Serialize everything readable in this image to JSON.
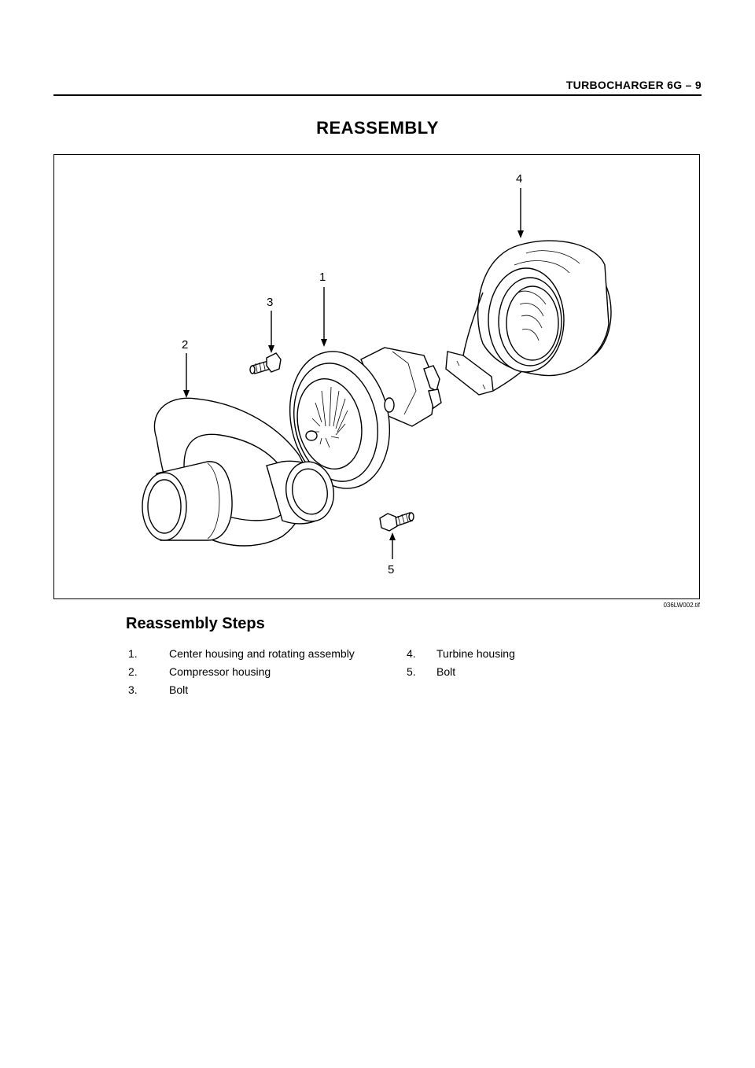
{
  "header": {
    "section": "TURBOCHARGER  6G – 9"
  },
  "title": "REASSEMBLY",
  "figure": {
    "callouts": [
      "1",
      "2",
      "3",
      "4",
      "5"
    ],
    "filename": "036LW002.tif"
  },
  "steps": {
    "heading": "Reassembly Steps",
    "items": [
      {
        "num": "1.",
        "label": "Center housing and rotating assembly"
      },
      {
        "num": "2.",
        "label": "Compressor housing"
      },
      {
        "num": "3.",
        "label": "Bolt"
      },
      {
        "num": "4.",
        "label": "Turbine housing"
      },
      {
        "num": "5.",
        "label": "Bolt"
      }
    ]
  }
}
